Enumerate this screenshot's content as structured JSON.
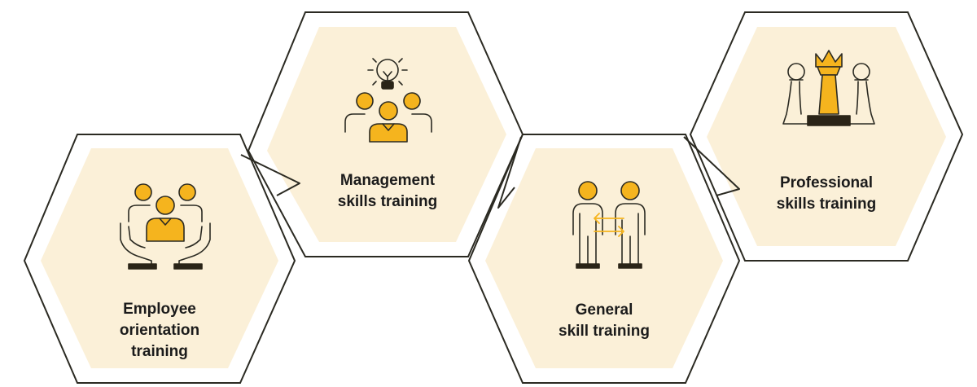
{
  "diagram": {
    "colors": {
      "outline": "#2b2a22",
      "fill": "#fbf0d8",
      "accent": "#f5b41e",
      "icon_line": "#2b2a22",
      "icon_dark": "#2a2417"
    },
    "stages": [
      {
        "id": "employee-orientation",
        "icon": "hands-team-icon",
        "label_lines": [
          "Employee",
          "orientation",
          "training"
        ]
      },
      {
        "id": "management-skills",
        "icon": "lightbulb-team-icon",
        "label_lines": [
          "Management",
          "skills training"
        ]
      },
      {
        "id": "general-skill",
        "icon": "exchange-people-icon",
        "label_lines": [
          "General",
          "skill training"
        ]
      },
      {
        "id": "professional-skills",
        "icon": "chess-king-icon",
        "label_lines": [
          "Professional",
          "skills training"
        ]
      }
    ]
  }
}
